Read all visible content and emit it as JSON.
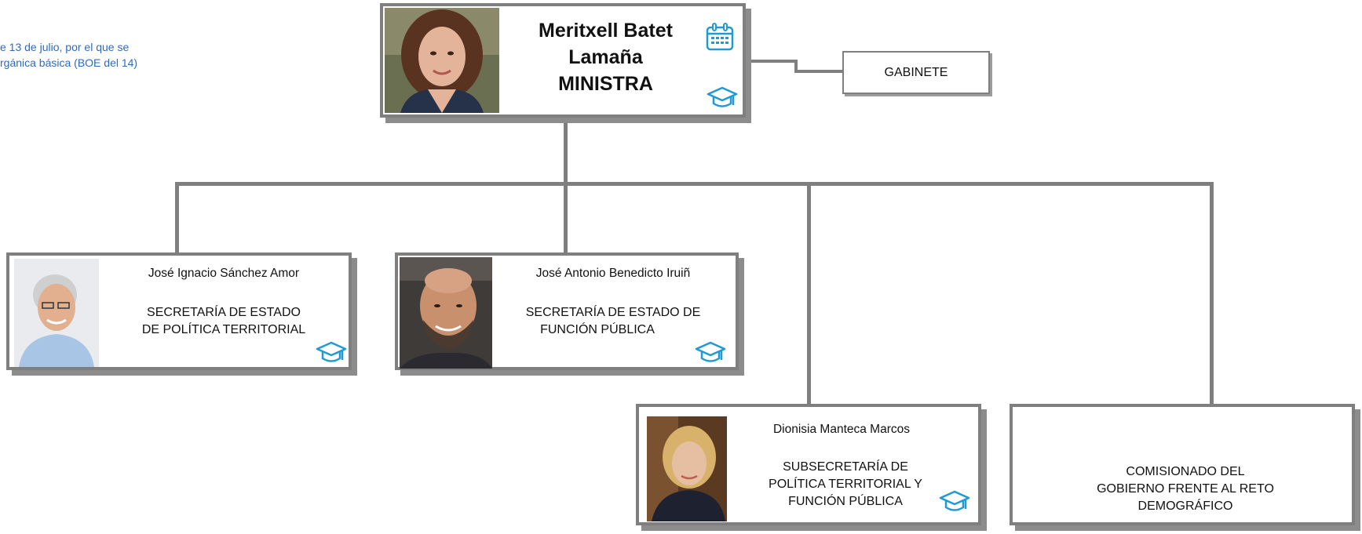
{
  "note": {
    "line1": "e 13 de julio, por el que se",
    "line2": "rgánica básica  (BOE del 14)"
  },
  "minister": {
    "name_line1": "Meritxell Batet",
    "name_line2": "Lamaña",
    "title": "MINISTRA",
    "icons": [
      "calendar-icon",
      "graduation-cap-icon"
    ]
  },
  "gabinete": {
    "label": "GABINETE"
  },
  "units": [
    {
      "person": "José Ignacio Sánchez Amor",
      "unit_line1": "SECRETARÍA DE ESTADO",
      "unit_line2": "DE POLÍTICA TERRITORIAL"
    },
    {
      "person": "José Antonio Benedicto Iruiñ",
      "unit_line1": "SECRETARÍA DE ESTADO DE",
      "unit_line2": "FUNCIÓN PÚBLICA"
    },
    {
      "person": "Dionisia Manteca Marcos",
      "unit_line1": "SUBSECRETARÍA DE",
      "unit_line2": "POLÍTICA TERRITORIAL Y",
      "unit_line3": "FUNCIÓN PÚBLICA"
    },
    {
      "unit_line1": "COMISIONADO DEL",
      "unit_line2": "GOBIERNO FRENTE AL RETO",
      "unit_line3": "DEMOGRÁFICO"
    }
  ],
  "colors": {
    "connector": "#7f7f7f",
    "icon": "#1f9ad6",
    "note_text": "#2e6bbf"
  }
}
